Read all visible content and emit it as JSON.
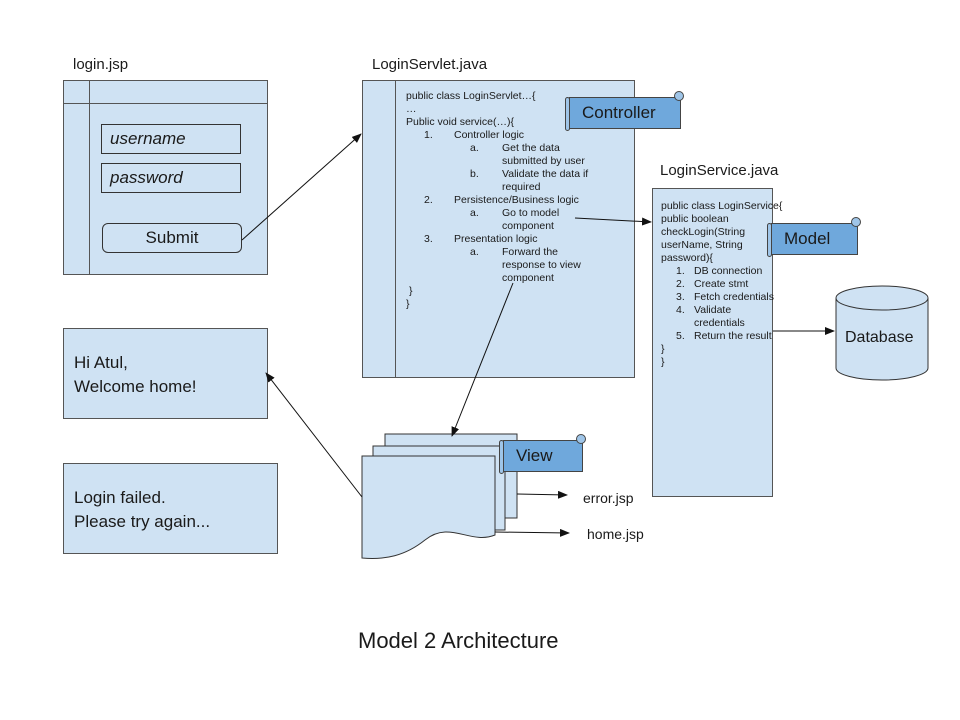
{
  "labels": {
    "login_jsp": "login.jsp",
    "servlet": "LoginServlet.java",
    "service": "LoginService.java",
    "title": "Model 2 Architecture"
  },
  "login_form": {
    "username": "username",
    "password": "password",
    "submit": "Submit"
  },
  "servlet_code": {
    "class_line": "public class LoginServlet…{",
    "dots": "…",
    "method_line": "Public void service(…){",
    "item1_num": "1.",
    "item1": "Controller logic",
    "item1a_num": "a.",
    "item1a_1": "Get the data",
    "item1a_2": "submitted by user",
    "item1b_num": "b.",
    "item1b_1": "Validate the data if",
    "item1b_2": "required",
    "item2_num": "2.",
    "item2": "Persistence/Business logic",
    "item2a_num": "a.",
    "item2a_1": "Go to model",
    "item2a_2": "component",
    "item3_num": "3.",
    "item3": "Presentation logic",
    "item3a_num": "a.",
    "item3a_1": "Forward the",
    "item3a_2": "response to view",
    "item3a_3": "component",
    "close1": "}",
    "close2": "}"
  },
  "service_code": {
    "l1": "public class LoginService{",
    "l2": "public boolean",
    "l3": "checkLogin(String",
    "l4": "userName, String",
    "l5": "password){",
    "s1_num": "1.",
    "s1": "DB connection",
    "s2_num": "2.",
    "s2": "Create stmt",
    "s3_num": "3.",
    "s3": "Fetch credentials",
    "s4_num": "4.",
    "s4_1": "Validate",
    "s4_2": "credentials",
    "s5_num": "5.",
    "s5": "Return the result",
    "close1": "}",
    "close2": "}"
  },
  "tags": {
    "controller": "Controller",
    "model": "Model",
    "view": "View"
  },
  "database": "Database",
  "messages": {
    "welcome_1": "Hi Atul,",
    "welcome_2": "Welcome home!",
    "failed_1": "Login failed.",
    "failed_2": "Please try again..."
  },
  "files": {
    "error": "error.jsp",
    "home": "home.jsp"
  }
}
